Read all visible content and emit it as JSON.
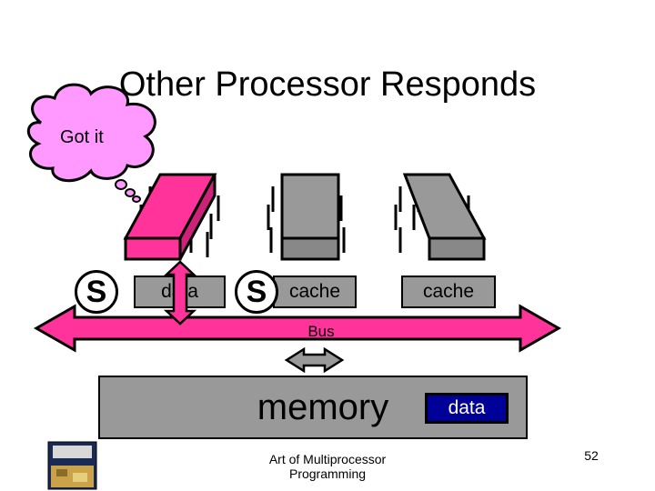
{
  "slide": {
    "title": "Other Processor Responds",
    "thought": "Got it",
    "caches": {
      "left_label": "data",
      "middle_label": "cache",
      "right_label": "cache",
      "left_state": "S",
      "middle_state": "S"
    },
    "bus_label": "Bus",
    "memory_label": "memory",
    "memory_data_label": "data",
    "footer_line1": "Art of Multiprocessor",
    "footer_line2": "Programming",
    "page_number": "52"
  },
  "colors": {
    "active_processor": "#ff3399",
    "idle_processor": "#999999",
    "bus": "#ff3399",
    "memory": "#999999",
    "memory_data": "#000099"
  }
}
